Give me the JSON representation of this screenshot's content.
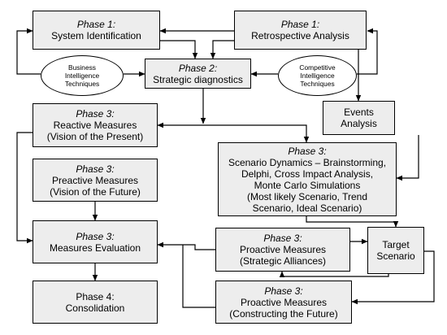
{
  "nodes": {
    "sys_id": {
      "phase": "Phase 1:",
      "lines": [
        "System Identification"
      ]
    },
    "retro": {
      "phase": "Phase 1:",
      "lines": [
        "Retrospective Analysis"
      ]
    },
    "strategic": {
      "phase": "Phase 2:",
      "lines": [
        "Strategic diagnostics"
      ]
    },
    "reactive": {
      "phase": "Phase 3:",
      "lines": [
        "Reactive Measures",
        "(Vision of the Present)"
      ]
    },
    "events": {
      "phase": "",
      "lines": [
        "Events",
        "Analysis"
      ]
    },
    "scenario": {
      "phase": "Phase 3:",
      "lines": [
        "Scenario Dynamics – Brainstorming,",
        "Delphi, Cross Impact Analysis,",
        "Monte Carlo Simulations",
        "(Most likely Scenario, Trend",
        "Scenario, Ideal Scenario)"
      ]
    },
    "preactive": {
      "phase": "Phase 3:",
      "lines": [
        "Preactive Measures",
        "(Vision of the Future)"
      ]
    },
    "evaluation": {
      "phase": "Phase 3:",
      "lines": [
        "Measures Evaluation"
      ]
    },
    "proactive1": {
      "phase": "Phase 3:",
      "lines": [
        "Proactive Measures",
        "(Strategic Alliances)"
      ]
    },
    "target": {
      "phase": "",
      "lines": [
        "Target",
        "Scenario"
      ]
    },
    "consolidation": {
      "phase": "",
      "lines": [
        "Phase 4:",
        "Consolidation"
      ]
    },
    "proactive2": {
      "phase": "Phase 3:",
      "lines": [
        "Proactive Measures",
        "(Constructing the Future)"
      ]
    }
  },
  "ellipses": {
    "business": {
      "lines": [
        "Business",
        "Intelligence",
        "Techniques"
      ]
    },
    "competitive": {
      "lines": [
        "Competitive",
        "Intelligence",
        "Techniques"
      ]
    }
  }
}
